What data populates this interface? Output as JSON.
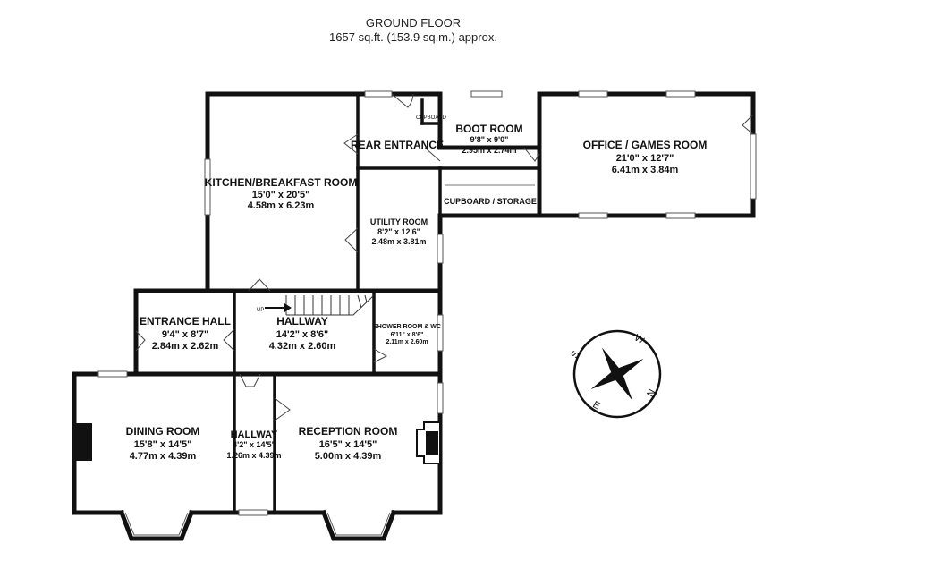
{
  "header": {
    "title": "GROUND FLOOR",
    "area": "1657 sq.ft. (153.9 sq.m.) approx."
  },
  "rooms": {
    "kitchen": {
      "name": "KITCHEN/BREAKFAST ROOM",
      "dim_imperial": "15'0\"  x 20'5\"",
      "dim_metric": "4.58m  x 6.23m"
    },
    "rear_entrance": {
      "name": "REAR ENTRANCE"
    },
    "cupboard_small": {
      "name": "CUPBOARD"
    },
    "boot_room": {
      "name": "BOOT ROOM",
      "dim_imperial": "9'8\"  x 9'0\"",
      "dim_metric": "2.95m  x 2.74m"
    },
    "office": {
      "name": "OFFICE / GAMES ROOM",
      "dim_imperial": "21'0\"  x 12'7\"",
      "dim_metric": "6.41m  x 3.84m"
    },
    "cupboard_storage": {
      "name": "CUPBOARD / STORAGE"
    },
    "utility": {
      "name": "UTILITY ROOM",
      "dim_imperial": "8'2\"  x 12'6\"",
      "dim_metric": "2.48m  x 3.81m"
    },
    "entrance_hall": {
      "name": "ENTRANCE HALL",
      "dim_imperial": "9'4\"  x 8'7\"",
      "dim_metric": "2.84m  x 2.62m"
    },
    "hallway_main": {
      "name": "HALLWAY",
      "dim_imperial": "14'2\"  x 8'6\"",
      "dim_metric": "4.32m  x 2.60m"
    },
    "shower_room": {
      "name": "SHOWER ROOM & WC",
      "dim_imperial": "6'11\"  x 8'6\"",
      "dim_metric": "2.11m  x 2.60m"
    },
    "dining": {
      "name": "DINING ROOM",
      "dim_imperial": "15'8\"  x 14'5\"",
      "dim_metric": "4.77m  x 4.39m"
    },
    "hallway_small": {
      "name": "HALLWAY",
      "dim_imperial": "4'2\"  x 14'5\"",
      "dim_metric": "1.26m  x 4.39m"
    },
    "reception": {
      "name": "RECEPTION ROOM",
      "dim_imperial": "16'5\"  x 14'5\"",
      "dim_metric": "5.00m  x 4.39m"
    }
  },
  "stairs": {
    "label": "UP"
  },
  "compass": {
    "north": "N",
    "south": "S",
    "east": "E",
    "west": "W",
    "icon": "compass-star-icon"
  }
}
